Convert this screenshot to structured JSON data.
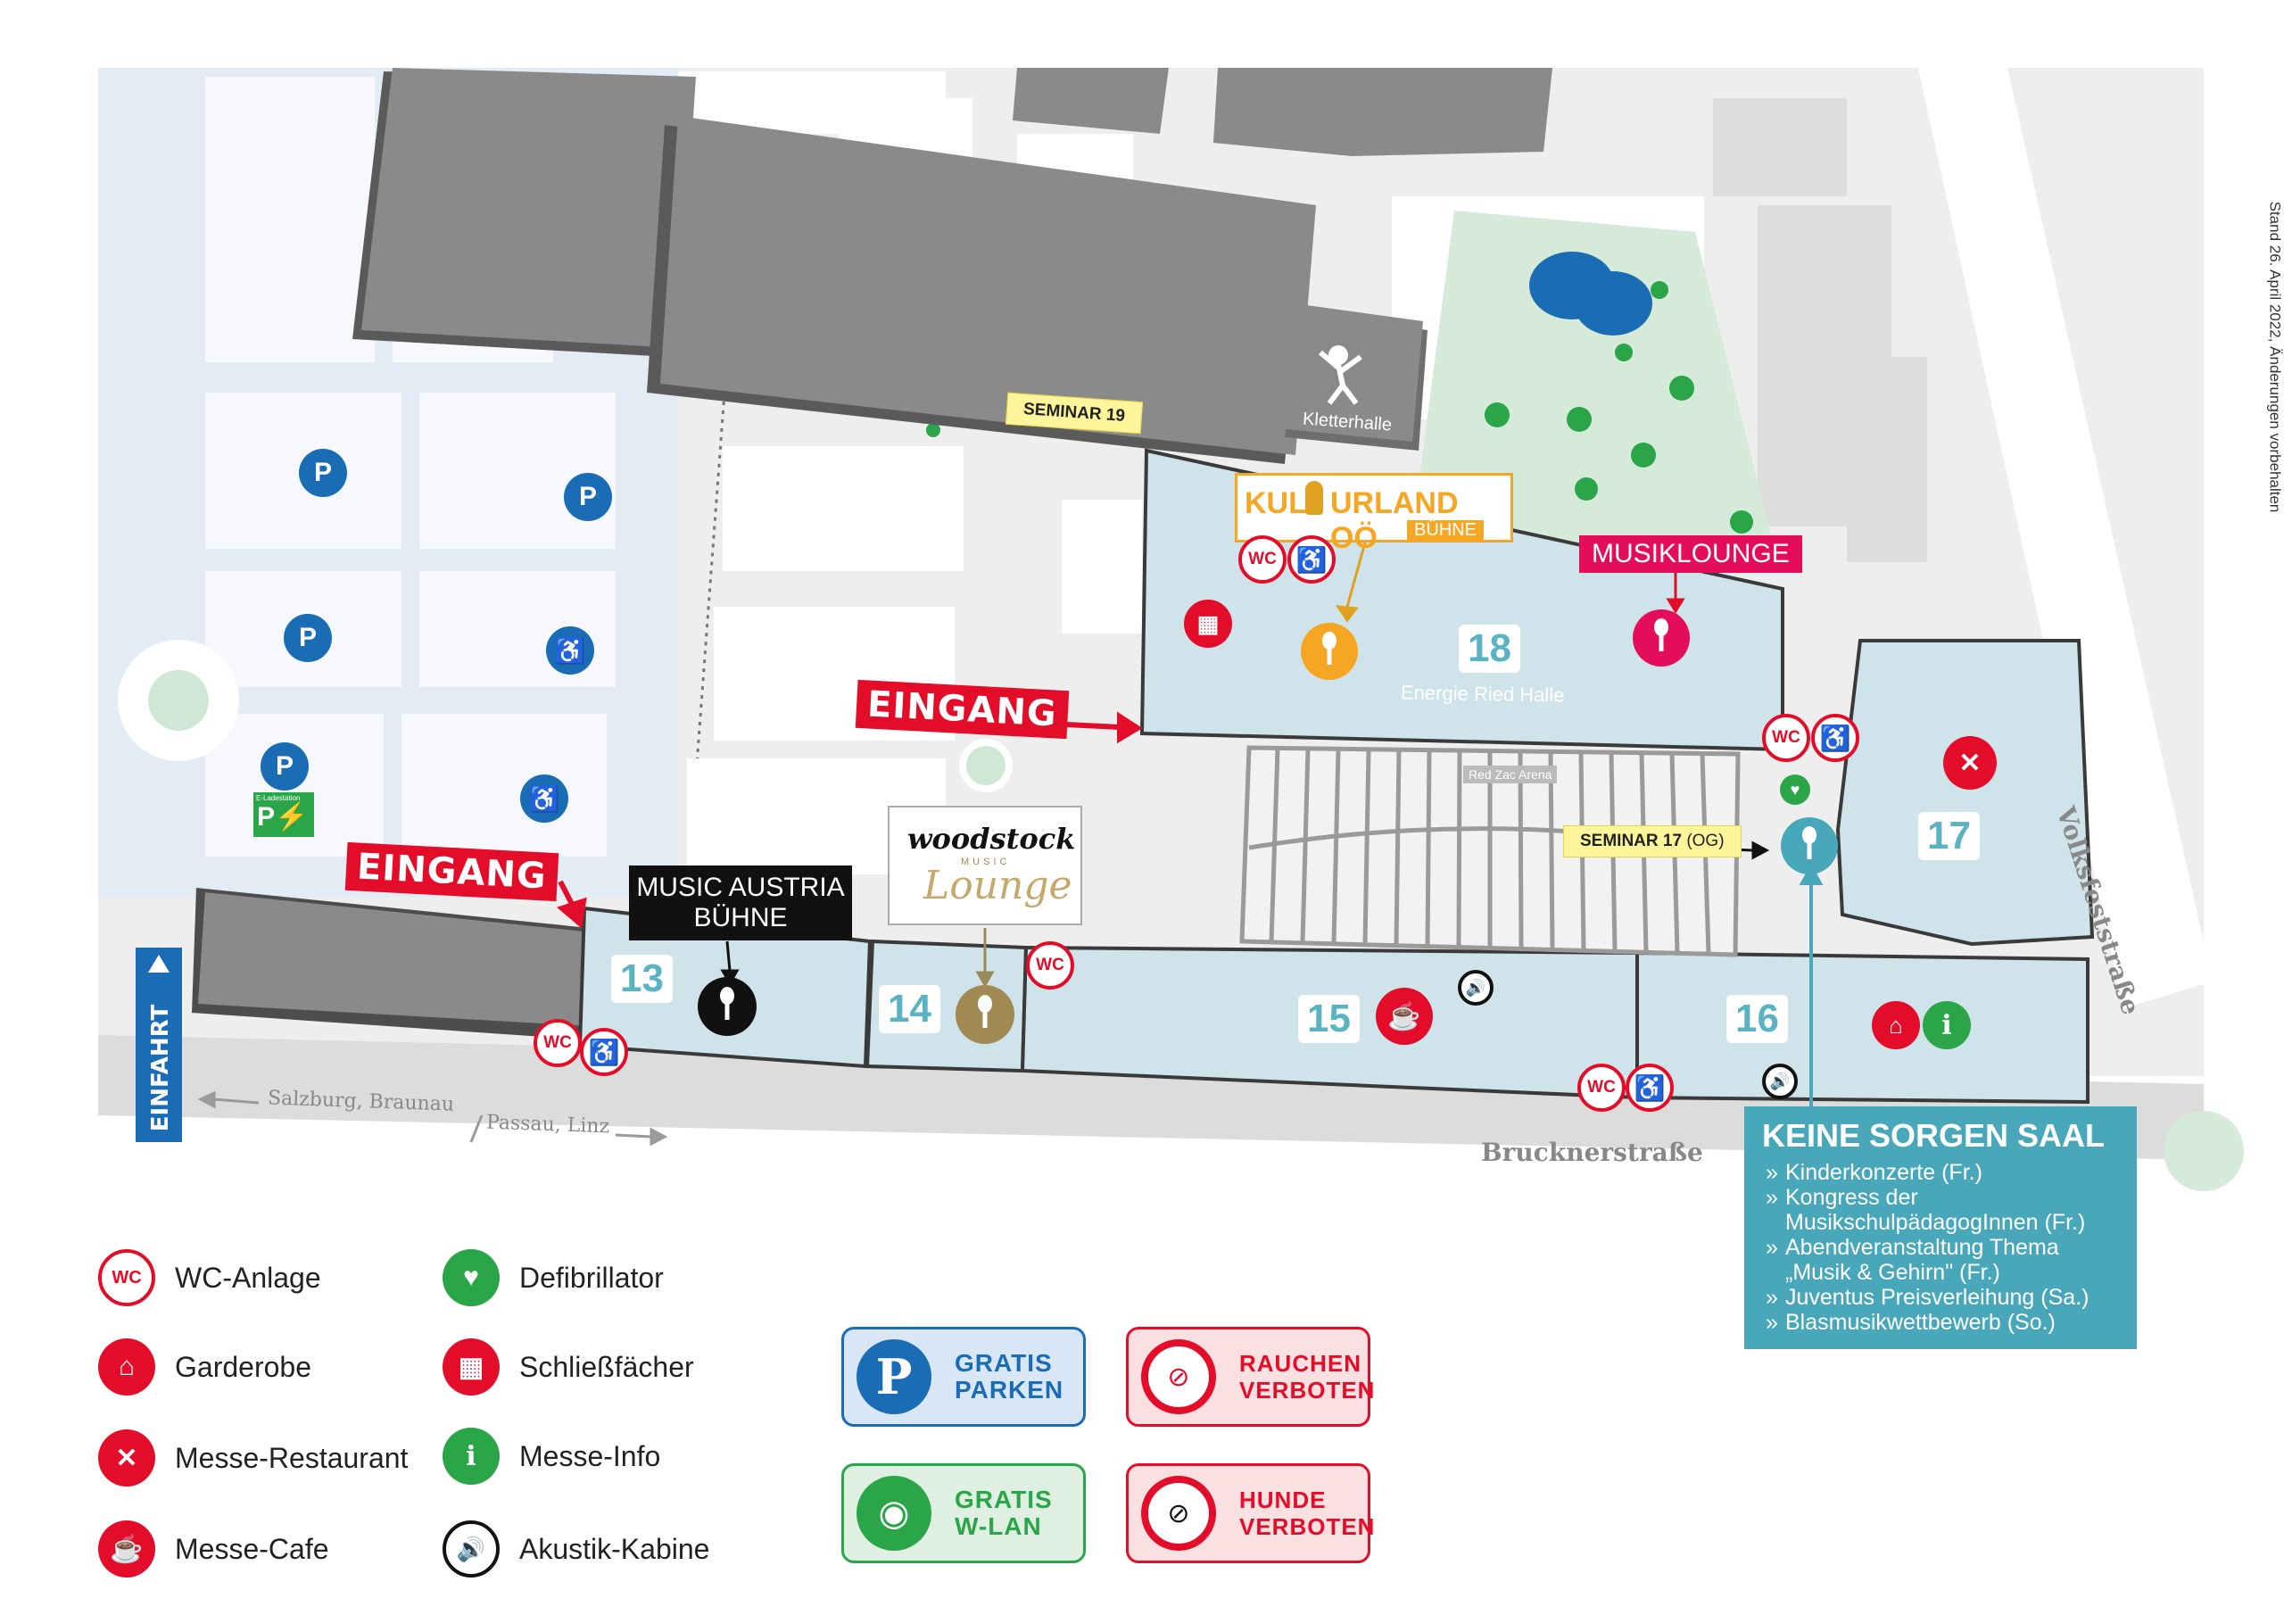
{
  "stand_note": "Stand 26. April 2022, Änderungen vorbehalten",
  "entrances": [
    "EINGANG",
    "EINGANG"
  ],
  "einfahrt": "EINFAHRT",
  "streets": {
    "bruckner": "Brucknerstraße",
    "volksfest": "Volksfeststraße",
    "direction_left": "Salzburg, Braunau",
    "direction_right": "Passau, Linz"
  },
  "seminars": {
    "s19": "SEMINAR 19",
    "s17_main": "SEMINAR 17",
    "s17_sub": "(OG)"
  },
  "kletterhalle": "Kletterhalle",
  "halls": [
    {
      "num": "13"
    },
    {
      "num": "14"
    },
    {
      "num": "15"
    },
    {
      "num": "16"
    },
    {
      "num": "17"
    },
    {
      "num": "18"
    }
  ],
  "hall18_name": "Energie Ried Halle",
  "arena_name": "Red Zac Arena",
  "stages": {
    "music_austria": [
      "MUSIC AUSTRIA",
      "BÜHNE"
    ],
    "kulturland_a": "KUL",
    "kulturland_b": "URLAND OÖ",
    "kulturland_sub": "BÜHNE",
    "musiklounge": "MUSIKLOUNGE",
    "woodstock_main": "woodstock",
    "woodstock_small": "MUSIC",
    "woodstock_script": "Lounge"
  },
  "ev_label": "E-Ladestation",
  "keine_sorgen": {
    "title": "KEINE SORGEN SAAL",
    "items": [
      "Kinderkonzerte (Fr.)",
      "Kongress der MusikschulpädagogInnen (Fr.)",
      "Abendveranstaltung Thema „Musik & Gehirn\" (Fr.)",
      "Juventus Preisverleihung (Sa.)",
      "Blasmusikwettbewerb (So.)"
    ]
  },
  "legend": [
    {
      "icon": "wc-icon",
      "glyph": "WC",
      "label": "WC-Anlage"
    },
    {
      "icon": "garderobe-icon",
      "glyph": "⌂",
      "label": "Garderobe"
    },
    {
      "icon": "restaurant-icon",
      "glyph": "✕",
      "label": "Messe-Restaurant"
    },
    {
      "icon": "cafe-icon",
      "glyph": "☕",
      "label": "Messe-Cafe"
    },
    {
      "icon": "defibrillator-icon",
      "glyph": "♥",
      "label": "Defibrillator"
    },
    {
      "icon": "locker-icon",
      "glyph": "▦",
      "label": "Schließfächer"
    },
    {
      "icon": "info-icon",
      "glyph": "i",
      "label": "Messe-Info"
    },
    {
      "icon": "speaker-icon",
      "glyph": "🔊",
      "label": "Akustik-Kabine"
    }
  ],
  "badges": {
    "parken": [
      "GRATIS",
      "PARKEN"
    ],
    "wlan": [
      "GRATIS",
      "W-LAN"
    ],
    "rauchen": [
      "RAUCHEN",
      "VERBOTEN"
    ],
    "hunde": [
      "HUNDE",
      "VERBOTEN"
    ]
  },
  "colors": {
    "accent_red": "#e30d2a",
    "hall_blue": "#cfe3ea",
    "parking_blue": "#1a6db5",
    "building_gray": "#8a8a8a",
    "info_teal": "#48a7b9",
    "green": "#2aa548"
  }
}
